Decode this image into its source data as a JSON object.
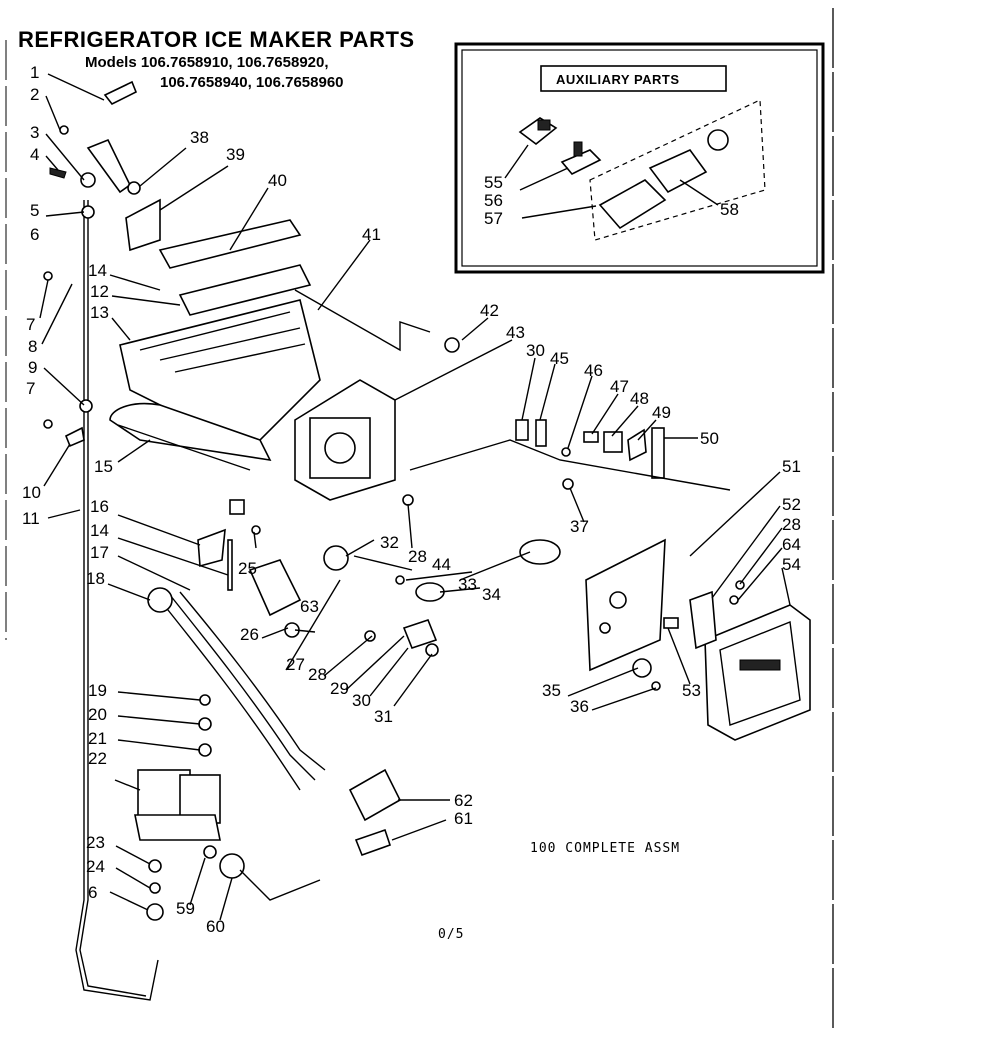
{
  "header": {
    "title": "REFRIGERATOR ICE MAKER PARTS",
    "models_line1": "Models 106.7658910, 106.7658920,",
    "models_line2": "106.7658940, 106.7658960"
  },
  "auxiliary": {
    "label": "AUXILIARY PARTS"
  },
  "footer": {
    "assembly_note": "100   COMPLETE ASSM",
    "page_code": "0/5"
  },
  "callouts": {
    "c1": "1",
    "c2": "2",
    "c3": "3",
    "c4": "4",
    "c5": "5",
    "c6a": "6",
    "c6b": "6",
    "c7a": "7",
    "c7b": "7",
    "c8": "8",
    "c9": "9",
    "c10": "10",
    "c11": "11",
    "c12": "12",
    "c13": "13",
    "c14a": "14",
    "c14b": "14",
    "c15": "15",
    "c16": "16",
    "c17": "17",
    "c18": "18",
    "c19": "19",
    "c20": "20",
    "c21": "21",
    "c22": "22",
    "c23": "23",
    "c24": "24",
    "c25": "25",
    "c26": "26",
    "c27": "27",
    "c28a": "28",
    "c28b": "28",
    "c28c": "28",
    "c29": "29",
    "c30a": "30",
    "c30b": "30",
    "c31": "31",
    "c32": "32",
    "c33": "33",
    "c34": "34",
    "c35": "35",
    "c36": "36",
    "c37": "37",
    "c38": "38",
    "c39": "39",
    "c40": "40",
    "c41": "41",
    "c42": "42",
    "c43": "43",
    "c44": "44",
    "c45": "45",
    "c46": "46",
    "c47": "47",
    "c48": "48",
    "c49": "49",
    "c50": "50",
    "c51": "51",
    "c52": "52",
    "c53": "53",
    "c54": "54",
    "c55": "55",
    "c56": "56",
    "c57": "57",
    "c58": "58",
    "c59": "59",
    "c60": "60",
    "c61": "61",
    "c62": "62",
    "c63": "63",
    "c64": "64"
  }
}
